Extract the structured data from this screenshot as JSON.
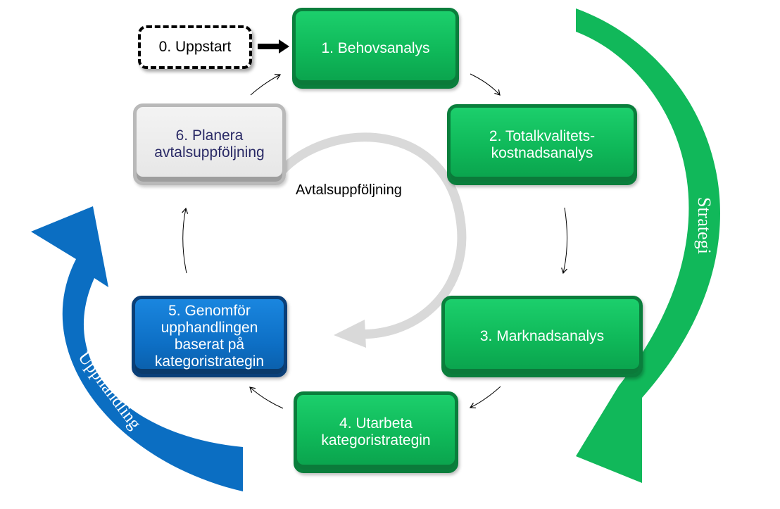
{
  "steps": {
    "start": "0. Uppstart",
    "step1": "1. Behovsanalys",
    "step2": "2. Totalkvalitets-\nkostnadsanalys",
    "step3": "3. Marknadsanalys",
    "step4": "4. Utarbeta\nkategoristrategin",
    "step5": "5. Genomför\nupphandlingen\nbaserat på\nkategoristrategin",
    "step6": "6. Planera\navtalsuppföljning"
  },
  "center_label": "Avtalsuppföljning",
  "arc_labels": {
    "strategy": "Strategi",
    "procurement": "Upphandling"
  },
  "colors": {
    "green": "#11b85a",
    "green_dark": "#0a7e3c",
    "blue": "#0d6fc5",
    "grey_arrow": "#d9d9d9",
    "grey_box": "#e6e6e6"
  }
}
